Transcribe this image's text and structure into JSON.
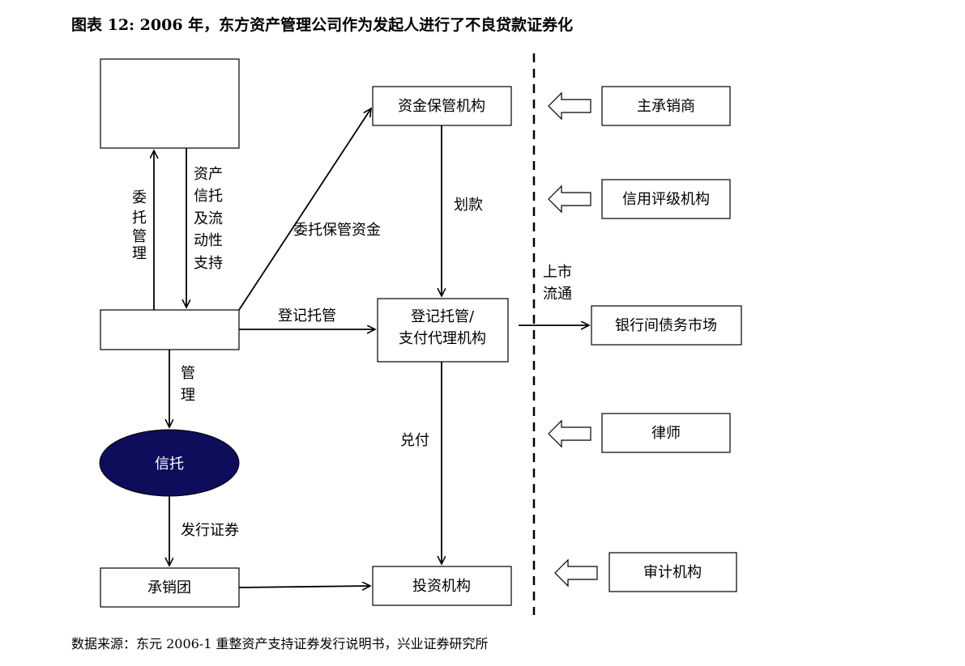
{
  "title": "图表 12:  2006 年，东方资产管理公司作为发起人进行了不良贷款证券化",
  "source": "数据来源：东元 2006-1 重整资产支持证券发行说明书，兴业证券研究所",
  "nodes": {
    "top_blank": "",
    "mid_blank": "",
    "custody": "资金保管机构",
    "registrar_line1": "登记托管/",
    "registrar_line2": "支付代理机构",
    "trust": "信托",
    "underwriting_group": "承销团",
    "investors": "投资机构",
    "lead_underwriter": "主承销商",
    "rating_agency": "信用评级机构",
    "interbank_market": "银行间债务市场",
    "lawyer": "律师",
    "auditor": "审计机构"
  },
  "edges": {
    "entrust_mgmt": [
      "委",
      "托",
      "管",
      "理"
    ],
    "asset_trust": [
      "资产",
      "信托",
      "及流",
      "动性",
      "支持"
    ],
    "entrust_custody": "委托保管资金",
    "transfer": "划款",
    "register": "登记托管",
    "manage": [
      "管",
      "理"
    ],
    "listing": [
      "上市",
      "流通"
    ],
    "payment": "兑付",
    "issue": "发行证券"
  },
  "colors": {
    "trust_fill": "#0d0d5c",
    "trust_text": "#ffffff"
  }
}
